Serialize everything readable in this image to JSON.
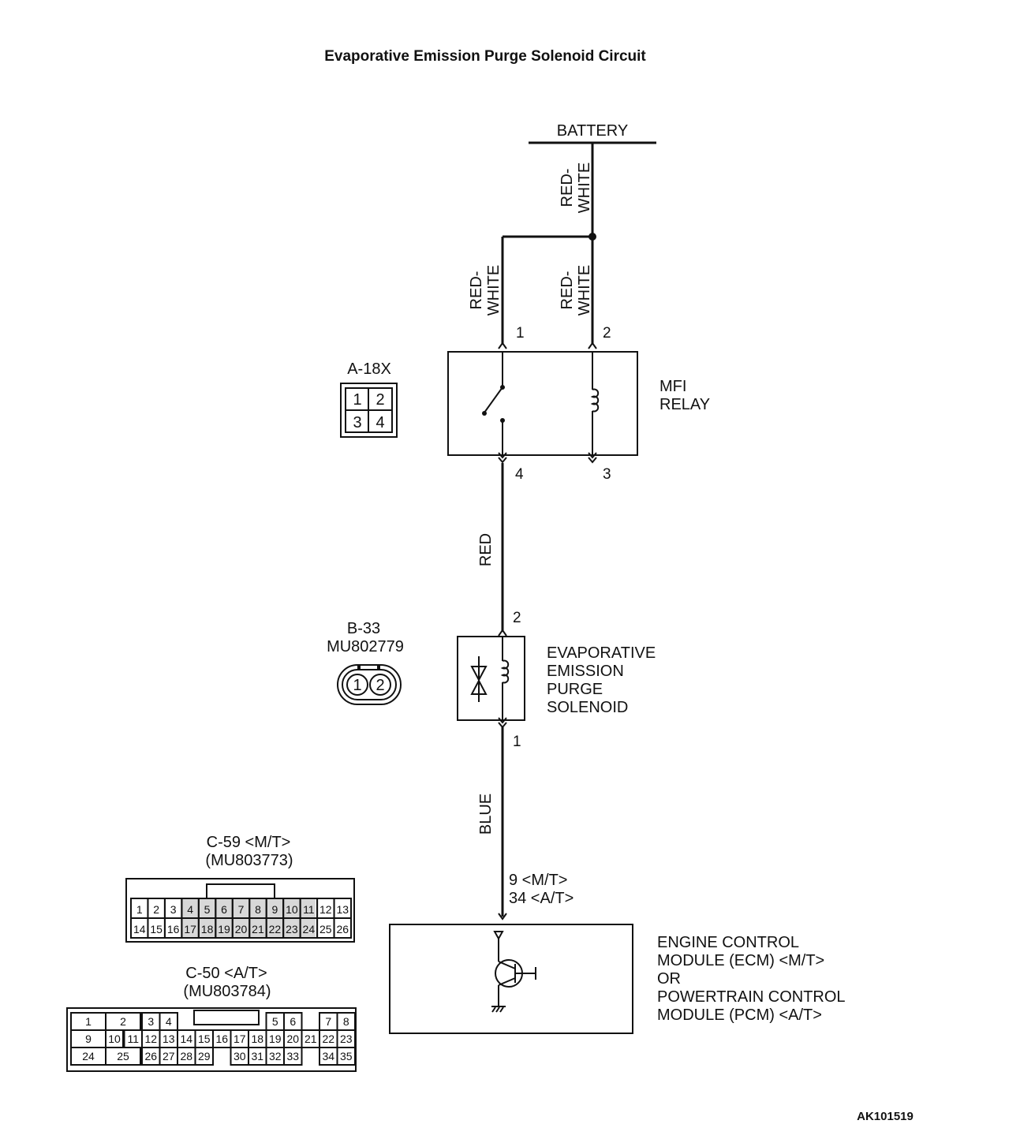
{
  "title": "Evaporative Emission Purge Solenoid Circuit",
  "battery": {
    "label": "BATTERY"
  },
  "wires": {
    "battery_feed": "RED-\nWHITE",
    "relay_pin1": "RED-\nWHITE",
    "relay_pin2": "RED-\nWHITE",
    "relay_to_solenoid": "RED",
    "solenoid_to_ecm": "BLUE"
  },
  "relay": {
    "name_line1": "MFI",
    "name_line2": "RELAY",
    "pins": {
      "p1": "1",
      "p2": "2",
      "p3": "3",
      "p4": "4"
    },
    "connector": {
      "id": "A-18X",
      "cavities": [
        "1",
        "2",
        "3",
        "4"
      ]
    }
  },
  "solenoid": {
    "name_lines": [
      "EVAPORATIVE",
      "EMISSION",
      "PURGE",
      "SOLENOID"
    ],
    "pins": {
      "top": "2",
      "bottom": "1"
    },
    "connector": {
      "id": "B-33",
      "part": "MU802779",
      "cavities": [
        "1",
        "2"
      ]
    }
  },
  "ecm": {
    "pin_lines": [
      "9 <M/T>",
      "34 <A/T>"
    ],
    "name_lines": [
      "ENGINE CONTROL",
      "MODULE (ECM) <M/T>",
      "OR",
      "POWERTRAIN CONTROL",
      "MODULE (PCM) <A/T>"
    ]
  },
  "connector_c59": {
    "id": "C-59 <M/T>",
    "part": "(MU803773)",
    "row1": [
      "1",
      "2",
      "3",
      "4",
      "5",
      "6",
      "7",
      "8",
      "9",
      "10",
      "11",
      "12",
      "13"
    ],
    "row2": [
      "14",
      "15",
      "16",
      "17",
      "18",
      "19",
      "20",
      "21",
      "22",
      "23",
      "24",
      "25",
      "26"
    ]
  },
  "connector_c50": {
    "id": "C-50 <A/T>",
    "part": "(MU803784)",
    "row1": [
      "1",
      "2",
      "3",
      "4",
      "5",
      "6",
      "7",
      "8"
    ],
    "row2": [
      "9",
      "10",
      "11",
      "12",
      "13",
      "14",
      "15",
      "16",
      "17",
      "18",
      "19",
      "20",
      "21",
      "22",
      "23"
    ],
    "row3": [
      "24",
      "25",
      "26",
      "27",
      "28",
      "29",
      "30",
      "31",
      "32",
      "33",
      "34",
      "35"
    ]
  },
  "figure_code": "AK101519"
}
